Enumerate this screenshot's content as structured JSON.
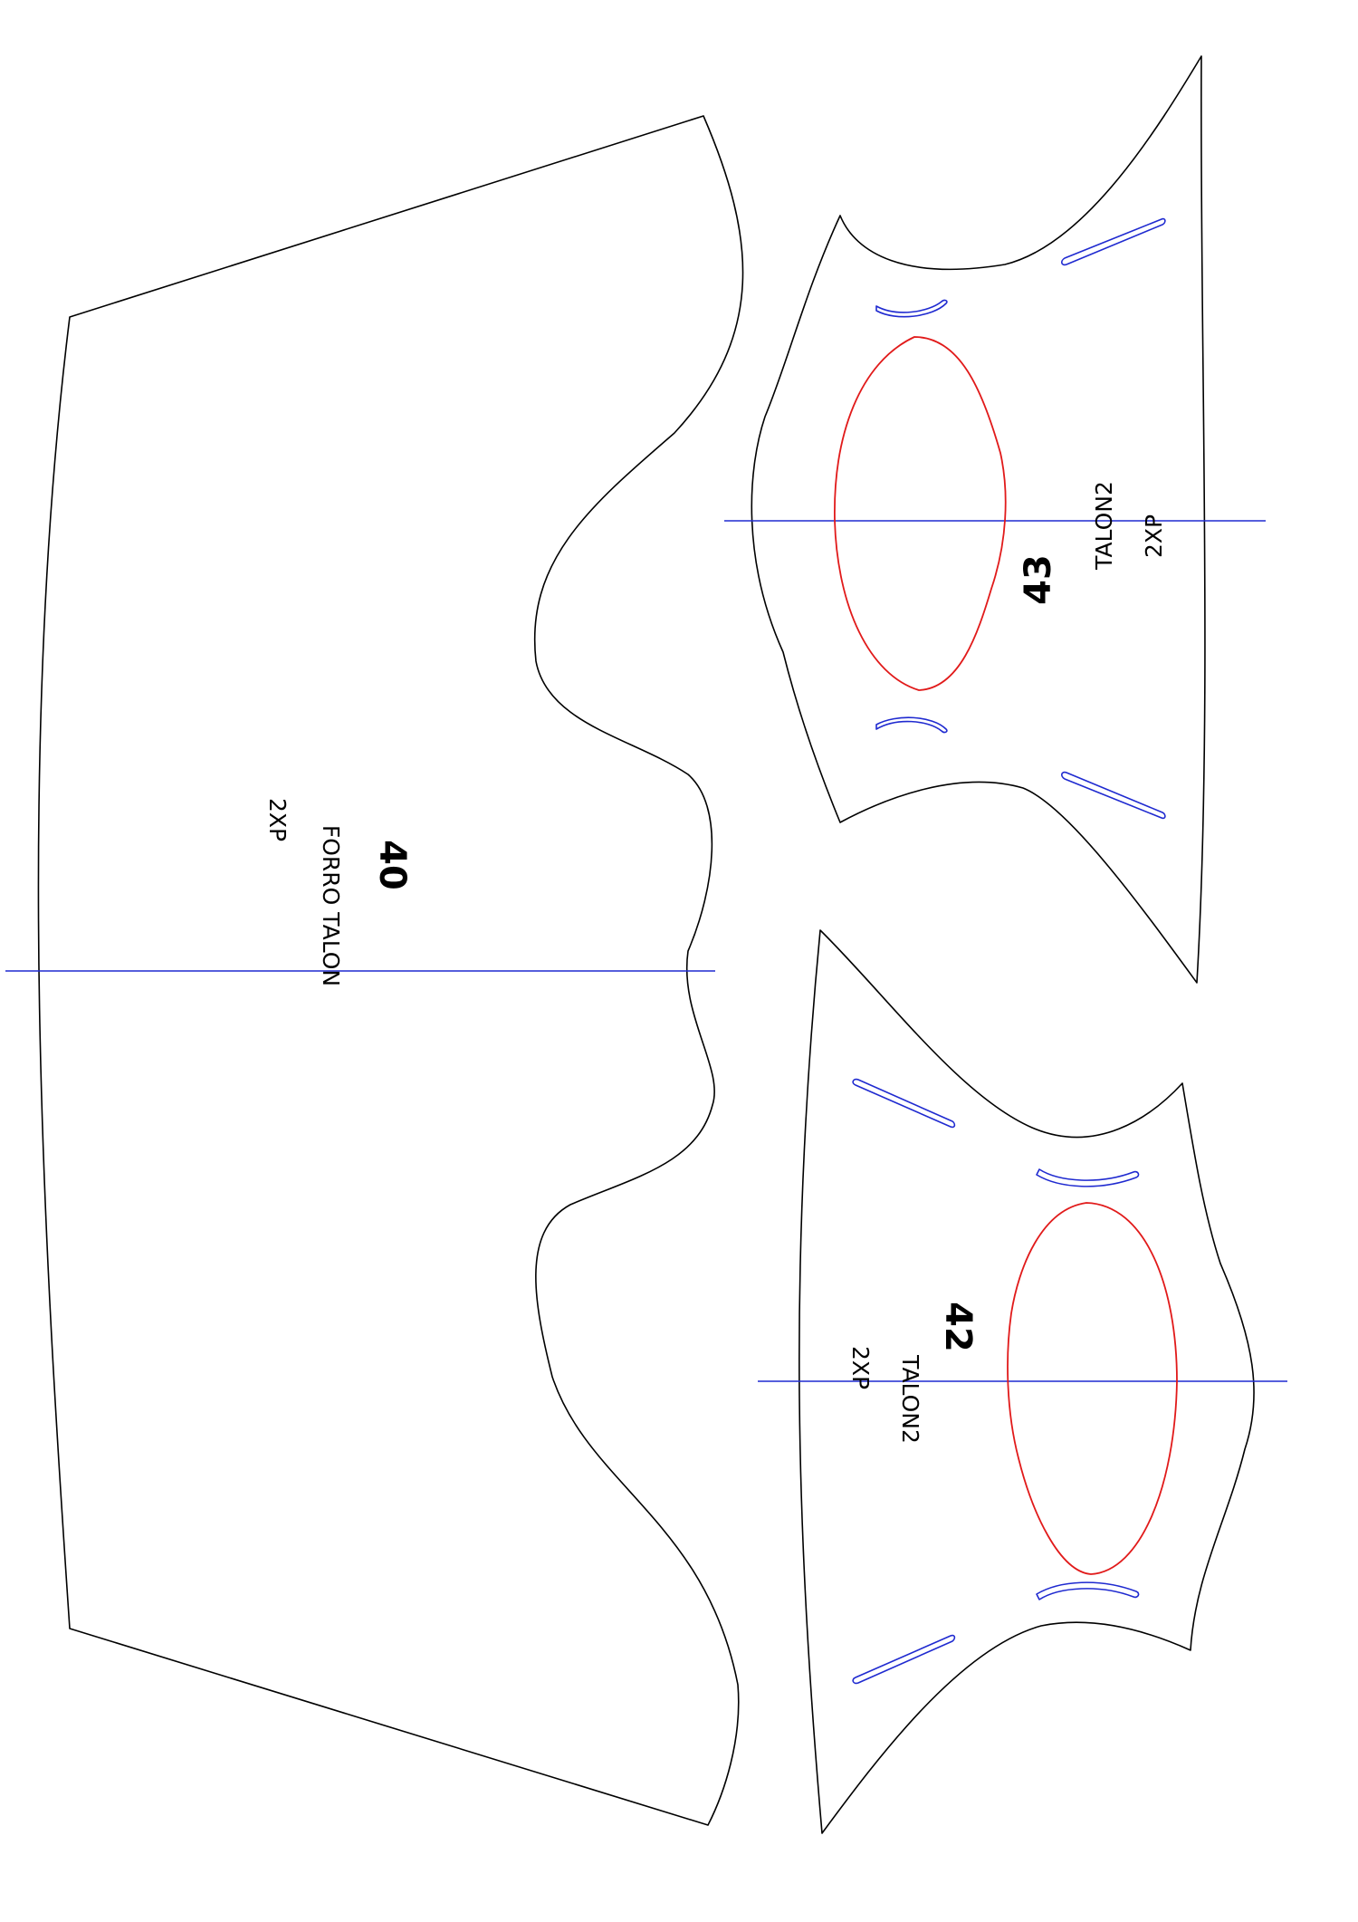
{
  "colors": {
    "outline": "#000000",
    "grain_line": "#1f2ad0",
    "cutout": "#e11a1a",
    "slot": "#1f2ad0"
  },
  "pieces": {
    "piece_40": {
      "number": "40",
      "name": "FORRO TALON",
      "qty": "2XP"
    },
    "piece_43": {
      "number": "43",
      "name": "TALON2",
      "qty": "2XP"
    },
    "piece_42": {
      "number": "42",
      "name": "TALON2",
      "qty": "2XP"
    }
  }
}
